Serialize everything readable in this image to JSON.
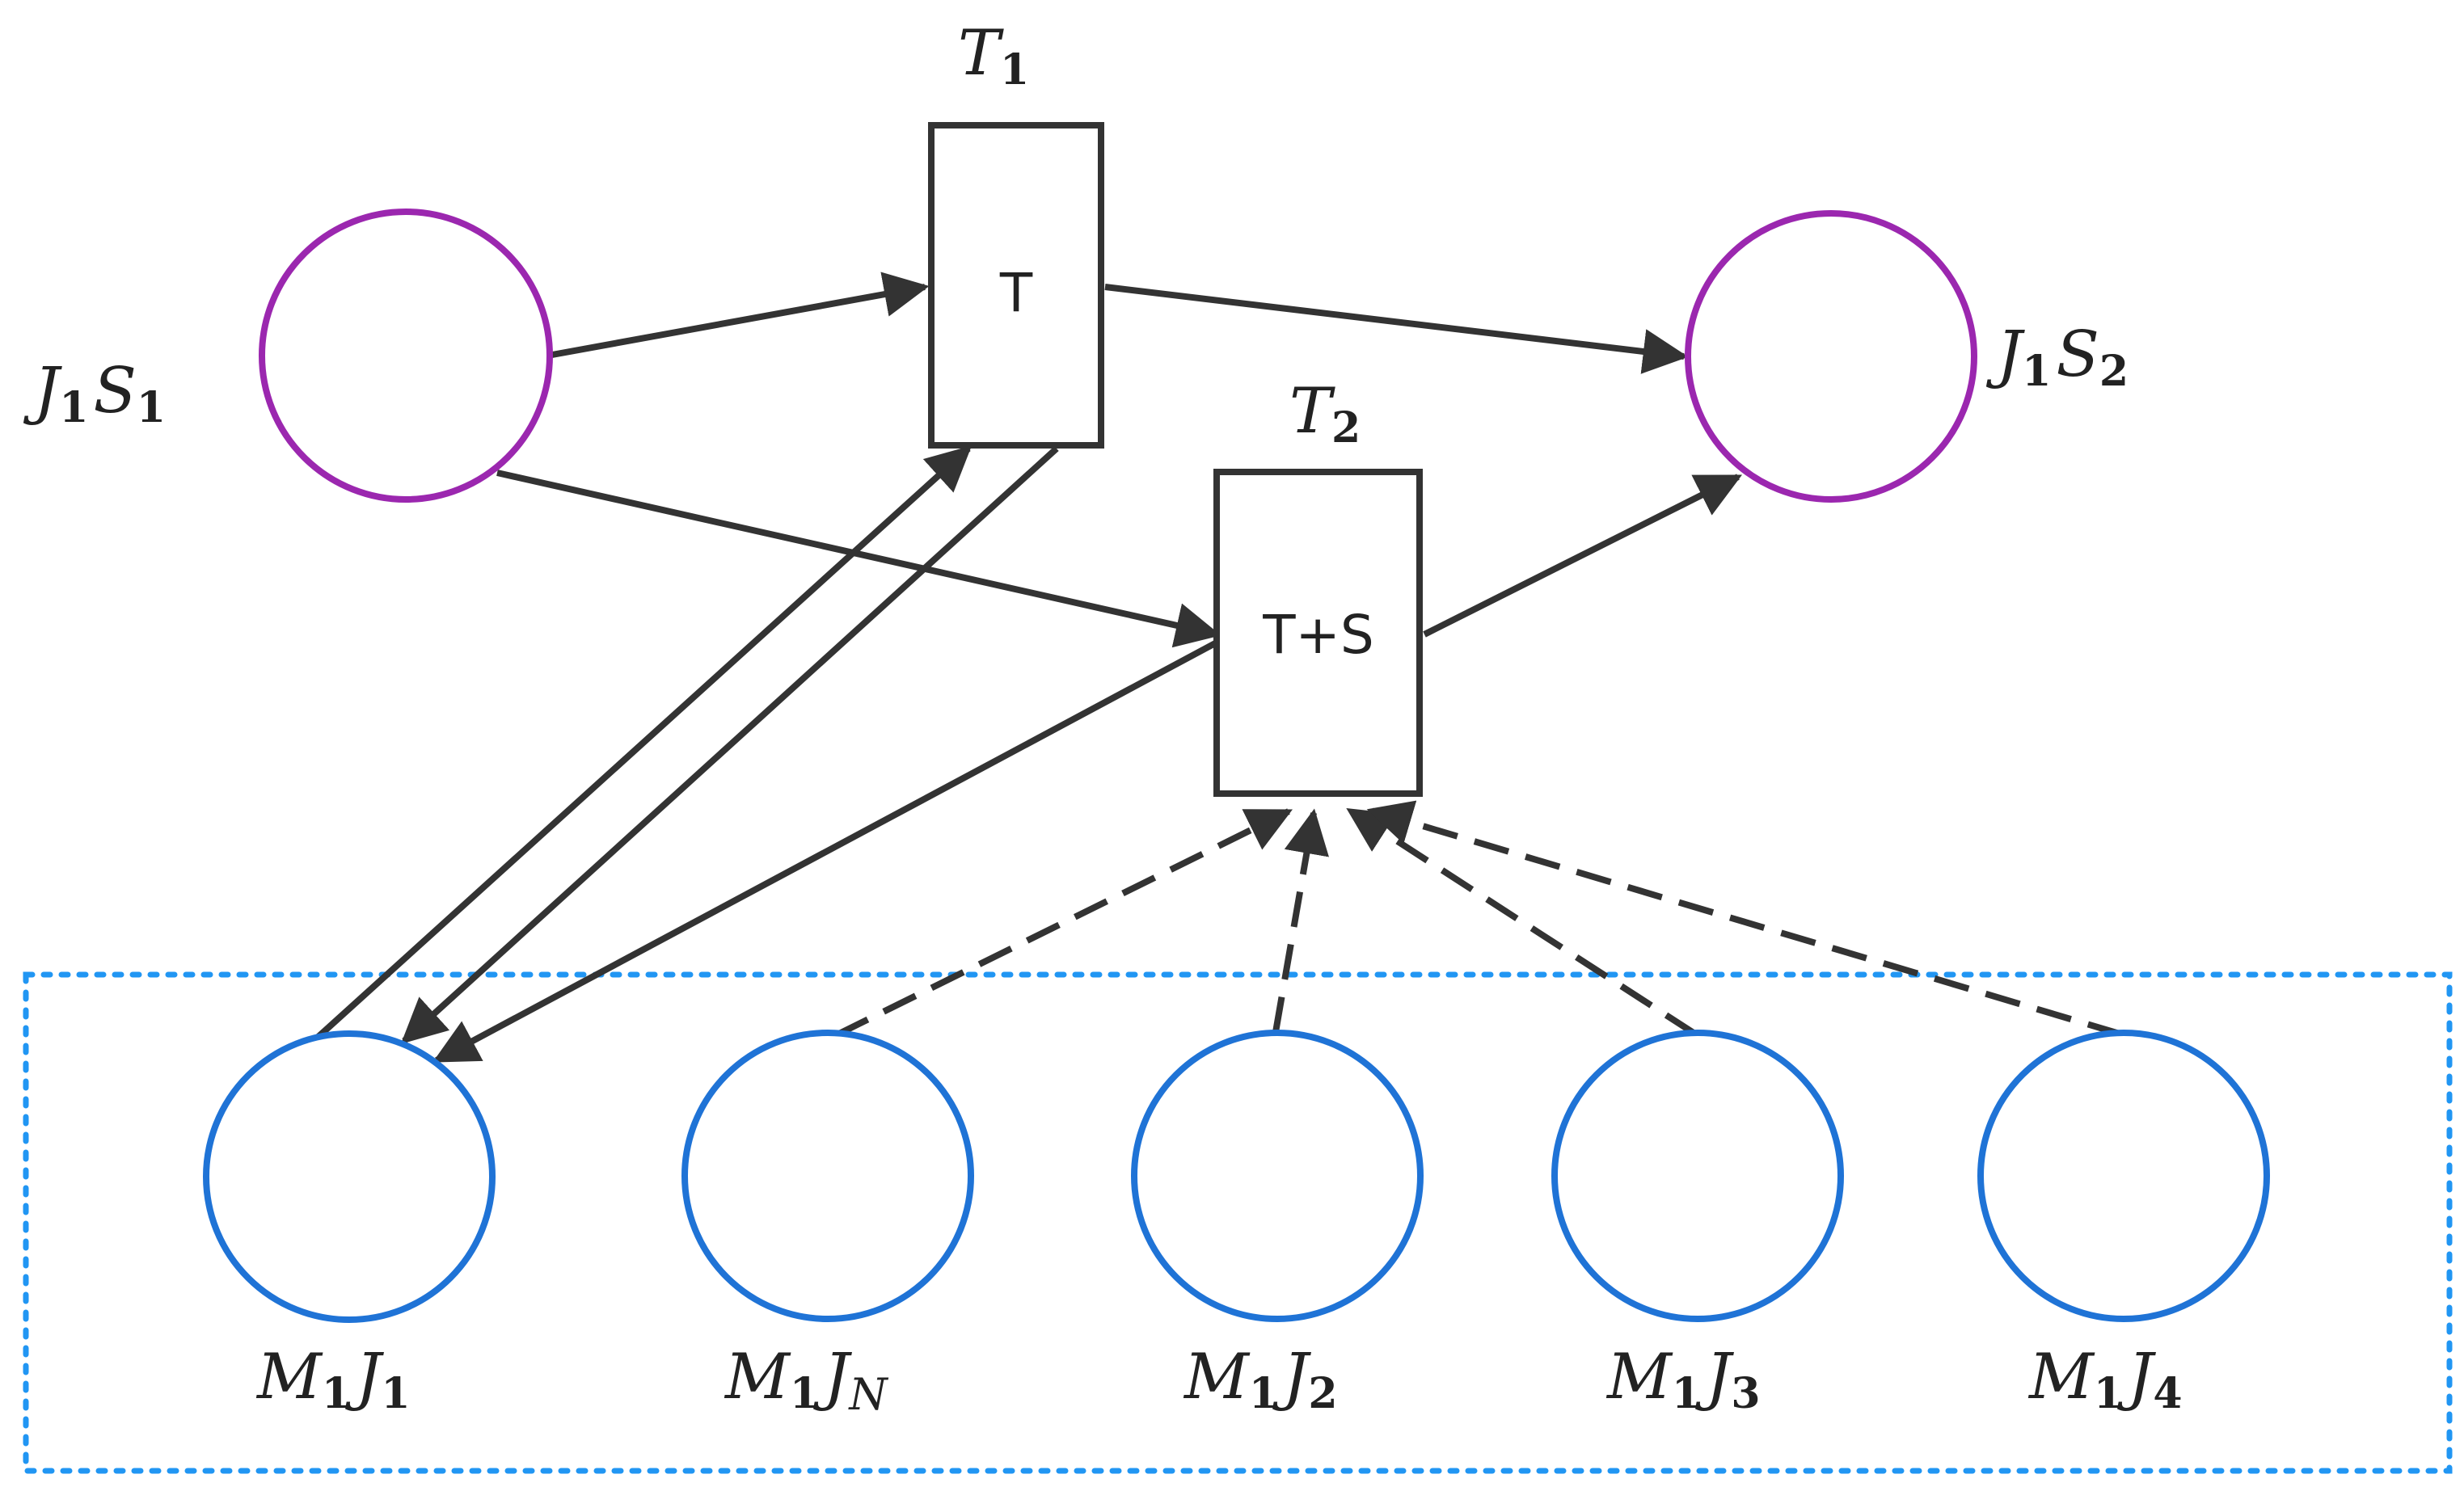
{
  "colors": {
    "state_place": "#9b27af",
    "machine_place": "#1f73d6",
    "group_border": "#2196f3",
    "edge": "#333333"
  },
  "transitions": {
    "t1": {
      "label": "T",
      "sub": "1",
      "box_text": "T"
    },
    "t2": {
      "label": "T",
      "sub": "2",
      "box_text": "T+S"
    }
  },
  "places": {
    "j1s1": {
      "main1": "J",
      "sub1": "1",
      "main2": "S",
      "sub2": "1"
    },
    "j1s2": {
      "main1": "J",
      "sub1": "1",
      "main2": "S",
      "sub2": "2"
    },
    "m1j1": {
      "main1": "M",
      "sub1": "1",
      "main2": "J",
      "sub2": "1"
    },
    "m1jn": {
      "main1": "M",
      "sub1": "1",
      "main2": "J",
      "sub2": "N"
    },
    "m1j2": {
      "main1": "M",
      "sub1": "1",
      "main2": "J",
      "sub2": "2"
    },
    "m1j3": {
      "main1": "M",
      "sub1": "1",
      "main2": "J",
      "sub2": "3"
    },
    "m1j4": {
      "main1": "M",
      "sub1": "1",
      "main2": "J",
      "sub2": "4"
    }
  }
}
